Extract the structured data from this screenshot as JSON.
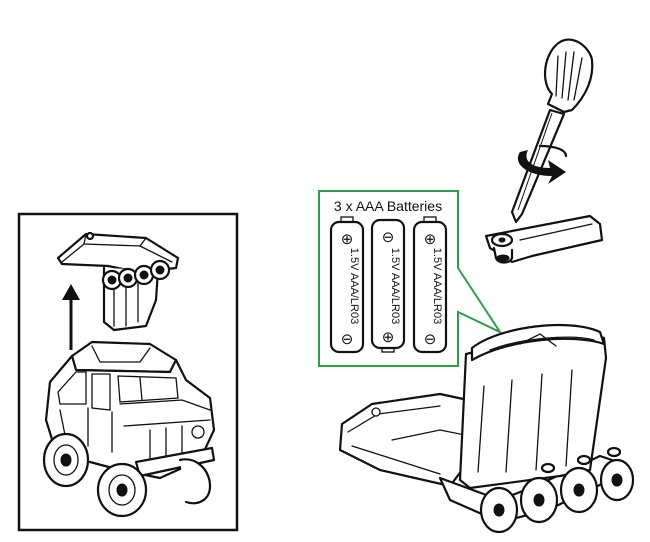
{
  "callout": {
    "title": "3 x AAA Batteries",
    "border_color": "#2aa04a"
  },
  "batteries": [
    {
      "label": "1.5V AAA/LR03",
      "top_terminal": "⊕",
      "bottom_terminal": "⊖"
    },
    {
      "label": "1.5V AAA/LR03",
      "top_terminal": "⊖",
      "bottom_terminal": "⊕"
    },
    {
      "label": "1.5V AAA/LR03",
      "top_terminal": "⊕",
      "bottom_terminal": "⊖"
    }
  ],
  "icons": [
    "screwdriver-icon",
    "rotation-arrow-icon",
    "up-arrow-icon"
  ]
}
